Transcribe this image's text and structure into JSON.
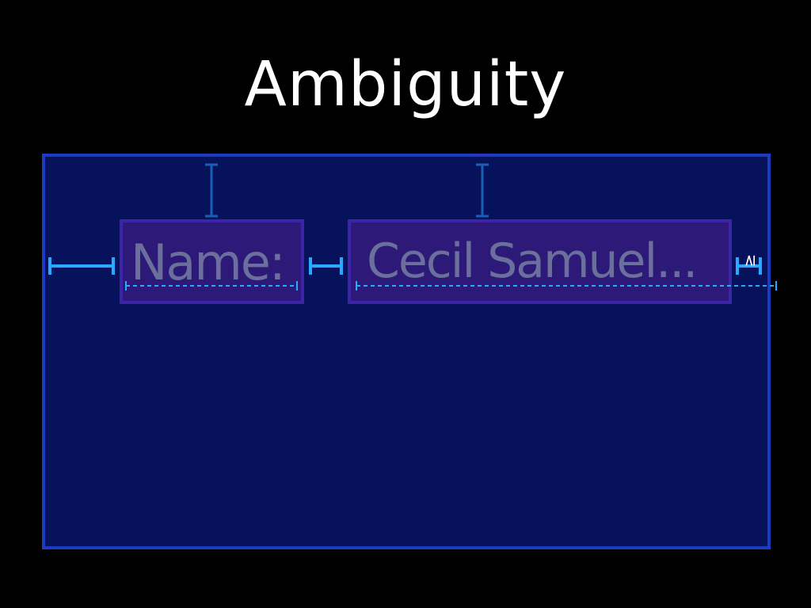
{
  "title": "Ambiguity",
  "label": {
    "text": "Name:"
  },
  "field": {
    "text": "Cecil Samuel..."
  },
  "constraint_relation": "≥",
  "colors": {
    "background": "#000000",
    "window_fill": "#06125c",
    "window_border": "#1c3bc4",
    "view_fill": "#2c1978",
    "view_border": "#3d24a6",
    "constraint": "#2ba8ff",
    "vertical_constraint": "#1a5fb4",
    "placeholder_text": "#6a6f9c"
  }
}
